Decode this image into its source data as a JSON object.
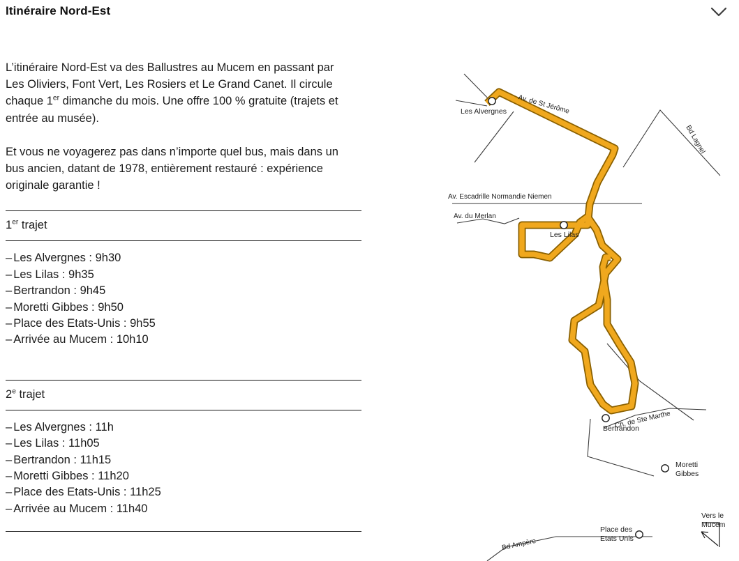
{
  "header": {
    "title": "Itinéraire Nord-Est",
    "collapse_icon": "chevron-down-icon"
  },
  "intro": {
    "paragraph_1_part1": "L’itinéraire Nord-Est va des Ballustres au Mucem en passant par Les Oliviers, Font Vert, Les Rosiers et Le Grand Canet. Il circule chaque 1",
    "paragraph_1_sup": "er",
    "paragraph_1_part2": " dimanche du mois. Une offre 100 % gratuite (trajets et entrée au musée).",
    "paragraph_2": "Et vous ne voyagerez pas dans n’importe quel bus, mais dans un bus ancien, datant de 1978, entièrement restauré : expérience originale garantie !"
  },
  "trajets": [
    {
      "heading_number": "1",
      "heading_sup": "er",
      "heading_word": " trajet",
      "stops": [
        "Les Alvergnes : 9h30",
        "Les Lilas : 9h35",
        "Bertrandon : 9h45",
        "Moretti Gibbes : 9h50",
        "Place des Etats-Unis : 9h55",
        "Arrivée au Mucem : 10h10"
      ]
    },
    {
      "heading_number": "2",
      "heading_sup": "e",
      "heading_word": " trajet",
      "stops": [
        "Les Alvergnes : 11h",
        "Les Lilas : 11h05",
        "Bertrandon : 11h15",
        "Moretti Gibbes : 11h20",
        "Place des Etats-Unis : 11h25",
        "Arrivée au Mucem : 11h40"
      ]
    }
  ],
  "list_bullet": "–",
  "map": {
    "route_color": "#F0A81E",
    "route_outline_color": "#8A6000",
    "road_color": "#3a3a3a",
    "stop_marker_fill": "#ffffff",
    "street_labels": [
      "Av. de St Jérôme",
      "Bd Lagnel",
      "Av. Escadrille Normandie Niemen",
      "Av. du Merlan",
      "Ch. de Ste  Marthe",
      "Bd Ampère"
    ],
    "stop_labels": [
      "Les Alvergnes",
      "Les Lilas",
      "Bertrandon",
      "Moretti",
      "Gibbes",
      "Place des",
      "Etats Unis"
    ],
    "destination_label_line1": "Vers le",
    "destination_label_line2": "Mucem"
  }
}
